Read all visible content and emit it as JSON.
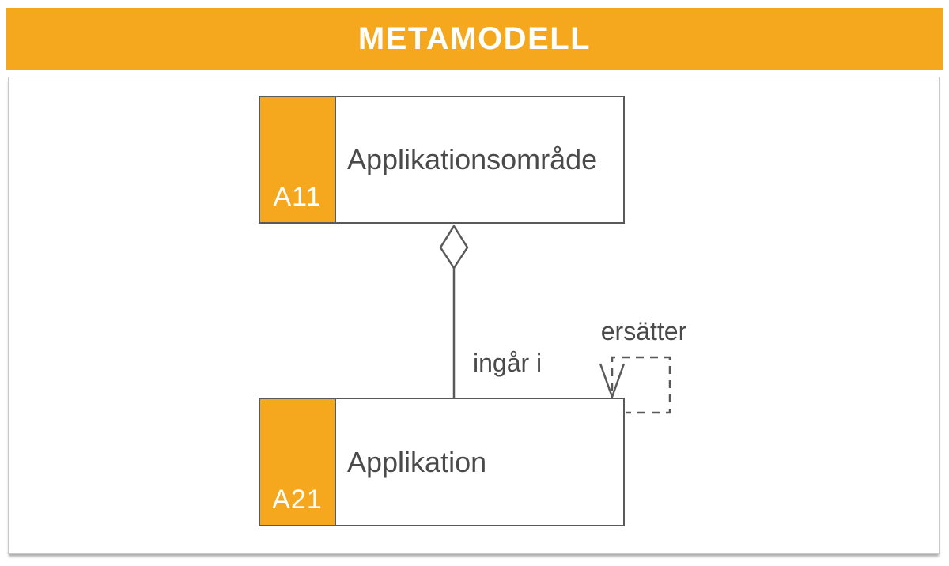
{
  "header": {
    "title": "METAMODELL"
  },
  "colors": {
    "accent_orange": "#F5A81E",
    "line_gray": "#595959",
    "text_gray": "#4A4A4A",
    "panel_border": "#C9C9C9",
    "banner_text": "#FFFFFF"
  },
  "diagram": {
    "entities": [
      {
        "code": "A11",
        "name": "Applikationsområde"
      },
      {
        "code": "A21",
        "name": "Applikation"
      }
    ],
    "relations": [
      {
        "label": "ingår i",
        "type": "aggregation",
        "from": "Applikation",
        "to": "Applikationsområde"
      },
      {
        "label": "ersätter",
        "type": "self-reference",
        "from": "Applikation",
        "to": "Applikation"
      }
    ]
  }
}
